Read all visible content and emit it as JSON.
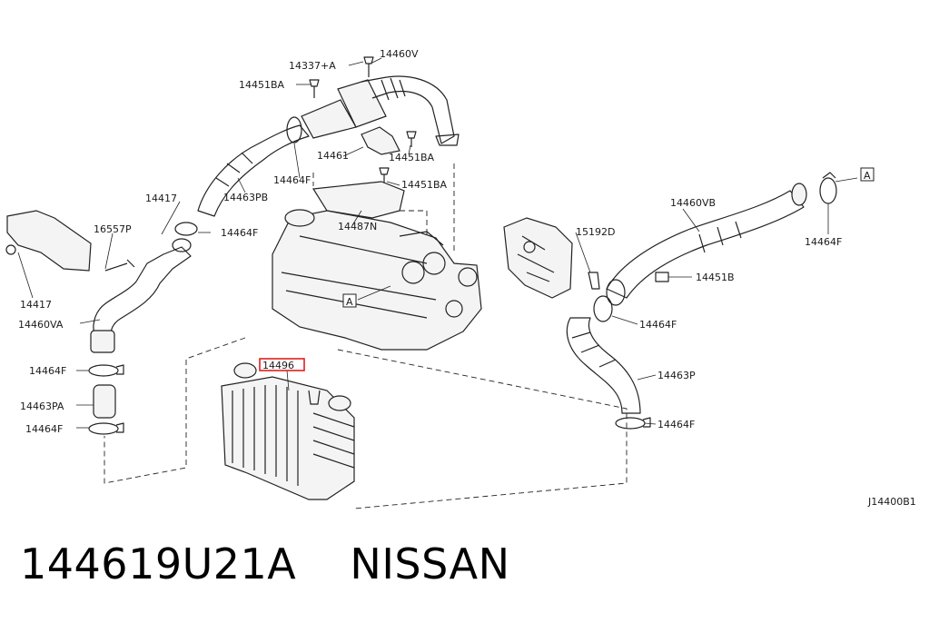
{
  "colors": {
    "line": "#222222",
    "highlight": "#e0201e",
    "background": "#ffffff"
  },
  "labels": {
    "l_14460V": "14460V",
    "l_14337A": "14337+A",
    "l_14451BA_top": "14451BA",
    "l_14461": "14461",
    "l_14451BA_mid": "14451BA",
    "l_14464F_top": "14464F",
    "l_14463PB": "14463PB",
    "l_14451BA_low": "14451BA",
    "l_14487N": "14487N",
    "l_A_engine": "A",
    "l_14417_top": "14417",
    "l_14464F_left": "14464F",
    "l_16557P": "16557P",
    "l_14417_low": "14417",
    "l_14460VA": "14460VA",
    "l_14464F_a": "14464F",
    "l_14463PA": "14463PA",
    "l_14464F_b": "14464F",
    "l_14496": "14496",
    "l_A_right": "A",
    "l_14460VB": "14460VB",
    "l_14464F_r1": "14464F",
    "l_15192D": "15192D",
    "l_14451B": "14451B",
    "l_14464F_r2": "14464F",
    "l_14463P": "14463P",
    "l_14464F_r3": "14464F",
    "diagram_code": "J14400B1"
  },
  "footer": {
    "part_number": "144619U21A",
    "brand": "NISSAN"
  },
  "highlighted_part": "14496"
}
